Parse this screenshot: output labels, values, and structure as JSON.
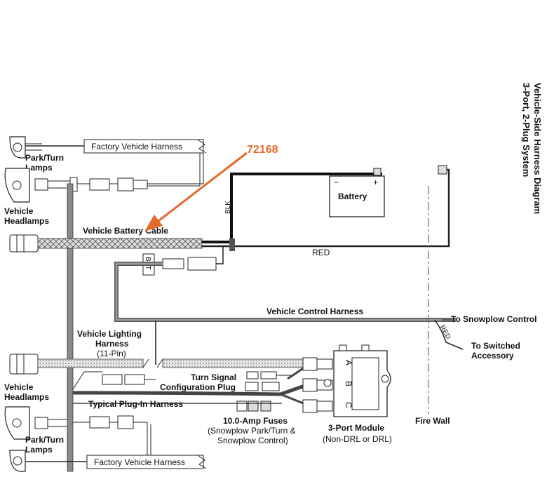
{
  "title": {
    "line1": "Vehicle-Side Harness Diagram",
    "line2": "3-Port, 2-Plug System"
  },
  "part_number": "72168",
  "labels": {
    "factory_harness_top": "Factory Vehicle Harness",
    "factory_harness_bottom": "Factory Vehicle Harness",
    "park_turn_top_1": "Park/Turn",
    "park_turn_top_2": "Lamps",
    "headlamps_top_1": "Vehicle",
    "headlamps_top_2": "Headlamps",
    "battery_cable": "Vehicle Battery Cable",
    "battery": "Battery",
    "battery_neg": "−",
    "battery_pos": "+",
    "blk": "BLK",
    "red_top": "RED",
    "bat": "BAT",
    "control_harness": "Vehicle Control Harness",
    "to_snowplow_control": "To Snowplow Control",
    "red_branch": "RED",
    "to_switched_1": "To Switched",
    "to_switched_2": "Accessory",
    "lighting_harness_1": "Vehicle Lighting",
    "lighting_harness_2": "Harness",
    "lighting_harness_3": "(11-Pin)",
    "turn_signal_1": "Turn Signal",
    "turn_signal_2": "Configuration Plug",
    "headlamps_bottom_1": "Vehicle",
    "headlamps_bottom_2": "Headlamps",
    "plug_in_harness": "Typical Plug-In Harness",
    "fuses_1": "10.0-Amp Fuses",
    "fuses_2": "(Snowplow Park/Turn &",
    "fuses_3": "Snowplow Control)",
    "module_1": "3-Port Module",
    "module_2": "(Non-DRL or DRL)",
    "port_a": "A",
    "port_b": "B",
    "port_c": "C",
    "fire_wall": "Fire Wall",
    "park_turn_bottom_1": "Park/Turn",
    "park_turn_bottom_2": "Lamps"
  },
  "colors": {
    "accent_arrow": "#e4692a",
    "wire": "#222222",
    "harness_gray": "#6a6a6a",
    "light_gray": "#bdbdbd"
  }
}
